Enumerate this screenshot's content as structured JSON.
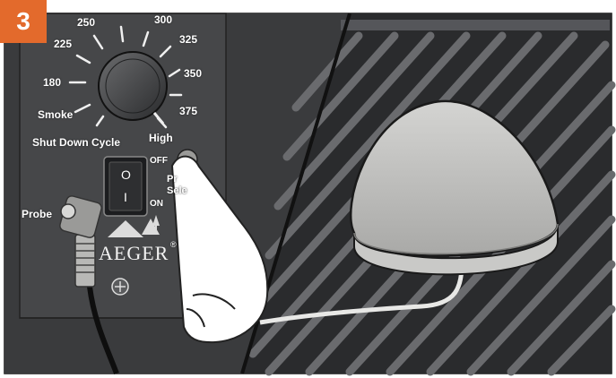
{
  "step": {
    "number": "3"
  },
  "dial": {
    "labels": {
      "t180": "180",
      "t225": "225",
      "t250": "250",
      "t300": "300",
      "t325": "325",
      "t350": "350",
      "t375": "375",
      "smoke": "Smoke",
      "shutdown": "Shut Down Cycle",
      "high": "High"
    }
  },
  "switch": {
    "off": "OFF",
    "on": "ON",
    "symbol_top": "O",
    "symbol_bottom": "I"
  },
  "probe": {
    "label": "Probe"
  },
  "button": {
    "label_line1": "Pr",
    "label_line2": "Sele"
  },
  "brand": {
    "name": "AEGER",
    "mark": "®"
  },
  "colors": {
    "accent": "#e36a2c",
    "panel": "#3a3b3d",
    "grill": "#4a4b4e",
    "probe_body": "#9a9a98"
  },
  "icons": [
    "dial-knob-icon",
    "power-switch-icon",
    "screw-icon",
    "pine-trees-logo-icon",
    "hand-pointer-icon"
  ]
}
